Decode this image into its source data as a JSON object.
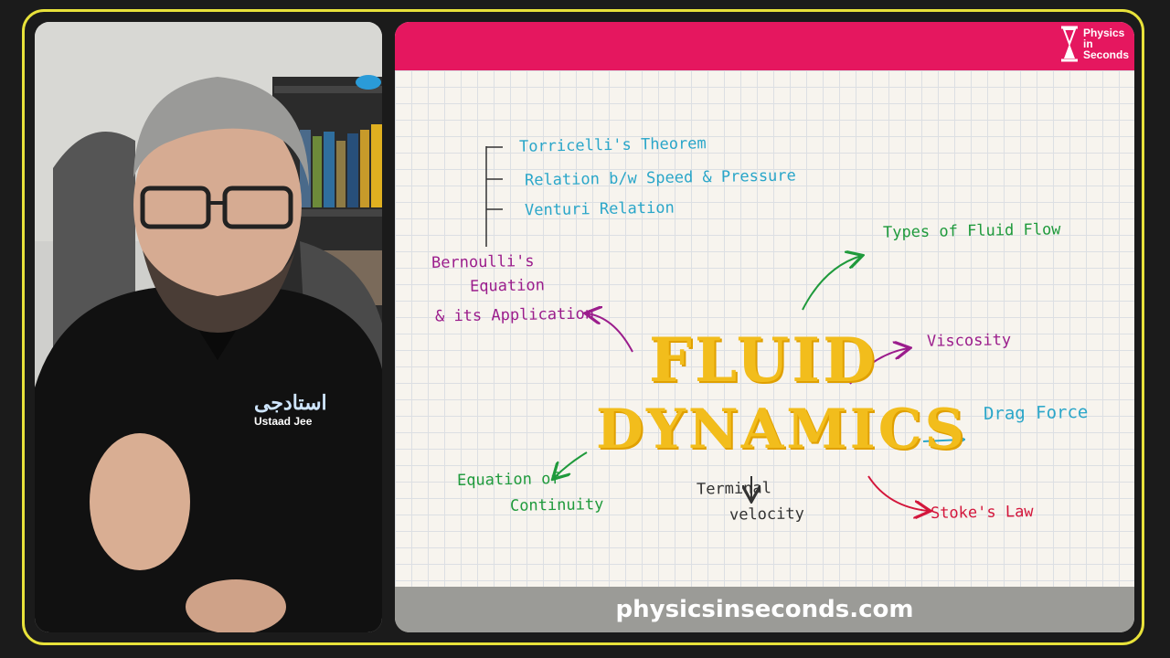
{
  "brand": {
    "line1": "Physics",
    "line2": "in",
    "line3": "Seconds",
    "icon": "hourglass-icon"
  },
  "presenter": {
    "shirt_logo_script": "استادجی",
    "shirt_logo_name": "Ustaad Jee"
  },
  "slide": {
    "title_line1": "FLUID",
    "title_line2": "DYNAMICS",
    "bernoulli_sub": [
      "Torricelli's Theorem",
      "Relation b/w Speed & Pressure",
      "Venturi Relation"
    ],
    "bernoulli_line1": "Bernoulli's",
    "bernoulli_line2": "Equation",
    "bernoulli_line3": "& its Application",
    "types_flow": "Types of Fluid Flow",
    "viscosity": "Viscosity",
    "drag": "Drag Force",
    "stokes": "Stoke's Law",
    "terminal_line1": "Terminal",
    "terminal_line2": "velocity",
    "continuity_line1": "Equation of",
    "continuity_line2": "Continuity"
  },
  "footer": {
    "url": "physicsinseconds.com"
  },
  "colors": {
    "header": "#e5175f",
    "frame": "#e8e23a",
    "title": "#f2bd1c",
    "blue": "#2aa6c9",
    "purple": "#9b1d8c",
    "green": "#1f9a3c",
    "red": "#d3163b",
    "dark": "#333333"
  }
}
